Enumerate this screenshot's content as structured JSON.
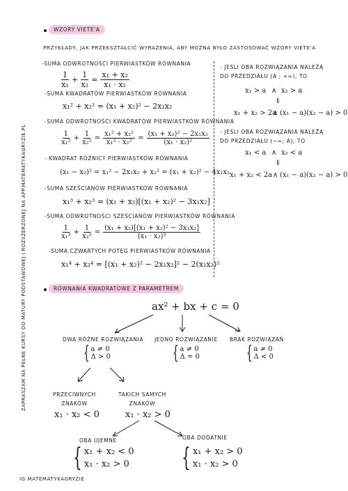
{
  "side_text": "ZAPRASZAM NA PEŁNE KURSY DO MATURY PODSTAWOWEJ I ROZSZERZONEJ NA APP.MATEMATYKAGRYZIE.PL",
  "footer": "IG MATEMATYKAGRYZIE",
  "section1": {
    "title": "WZORY VIETE'A",
    "intro": "PRZYKŁADY, JAK PRZEKSZTAŁCIĆ WYRAŻENIA, ABY MOŻNA BYŁO ZASTOSOWAĆ WZORY VIETE'A",
    "items": [
      {
        "label": "-SUMA ODWROTNOŚCI PIERWIASTKÓW RÓWNANIA"
      },
      {
        "label": "-SUMA KWADRATÓW PIERWIASTKÓW RÓWNANIA",
        "formula": "x₁² + x₂² = (x₁ + x₂)² − 2x₁x₂"
      },
      {
        "label": "-SUMA ODWROTNOŚCI KWADRATÓW PIERWIASTKÓW RÓWNANIA"
      },
      {
        "label": "- KWADRAT RÓŻNICY PIERWIASTKÓW RÓWNANIA",
        "formula": "(x₁ − x₂)² = x₁² − 2x₁x₂ + x₂² = (x₁ + x₂)² − 4x₁x₂"
      },
      {
        "label": "-SUMA SZEŚCIANÓW PIERWIASTKÓW RÓWNANIA",
        "formula": "x₁³ + x₂³ = (x₁ + x₂)[(x₁ + x₂)² − 3x₁x₂]"
      },
      {
        "label": "-SUMA ODWROTNOŚCI SZEŚCIANÓW PIERWIASTKÓW RÓWNANIA"
      },
      {
        "label": "-SUMA CZWARTYCH POTĘG PIERWIASTKÓW RÓWNANIA",
        "formula": "x₁⁴ + x₂⁴ = [(x₁ + x₂)² − 2x₁x₂]² − 2(x₁x₂)²"
      }
    ],
    "right": {
      "case1": {
        "label": "- JEŚLI OBA ROZWIĄZANIA NALEŻĄ DO PRZEDZIAŁU (a ; +∞), TO",
        "top_left": "x₁ > a",
        "top_and": "∧",
        "top_right": "x₂ > a",
        "arrow": "⇓",
        "bottom_left": "x₁ + x₂ > 2a",
        "bottom_and": "∧",
        "bottom_right": "(x₁ − a)(x₂ − a) > 0"
      },
      "case2": {
        "label": "- JEŚLI OBA ROZWIĄZANIA NALEŻĄ DO PRZEDZIAŁU (−∞; a), TO",
        "top_left": "x₁ < a",
        "top_and": "∧",
        "top_right": "x₂ < a",
        "arrow": "⇓",
        "bottom_left": "x₁ + x₂ < 2a",
        "bottom_and": "∧",
        "bottom_right": "(x₁ − a)(x₂ − a) > 0"
      }
    }
  },
  "section2": {
    "title": "RÓWNANIA KWADRATOWE Z PARAMETREM",
    "root": "ax² + bx + c = 0",
    "branches": [
      {
        "label": "DWA RÓŻNE ROZWIĄZANIA",
        "c1": "a ≠ 0",
        "c2": "Δ > 0"
      },
      {
        "label": "JEDNO ROZWIĄZANIE",
        "c1": "a ≠ 0",
        "c2": "Δ = 0"
      },
      {
        "label": "BRAK ROZWIĄZAŃ",
        "c1": "a ≠ 0",
        "c2": "Δ < 0"
      }
    ],
    "signs": [
      {
        "label1": "PRZECIWNYCH",
        "label2": "ZNAKÓW",
        "cond": "x₁ · x₂ < 0"
      },
      {
        "label1": "TAKICH SAMYCH",
        "label2": "ZNAKÓW",
        "cond": "x₁ · x₂ > 0"
      }
    ],
    "same": [
      {
        "label": "OBA UJEMNE",
        "c1": "x₁ + x₂ < 0",
        "c2": "x₁ · x₂ > 0"
      },
      {
        "label": "OBA DODATNIE",
        "c1": "x₁ + x₂ > 0",
        "c2": "x₁ · x₂ > 0"
      }
    ]
  }
}
